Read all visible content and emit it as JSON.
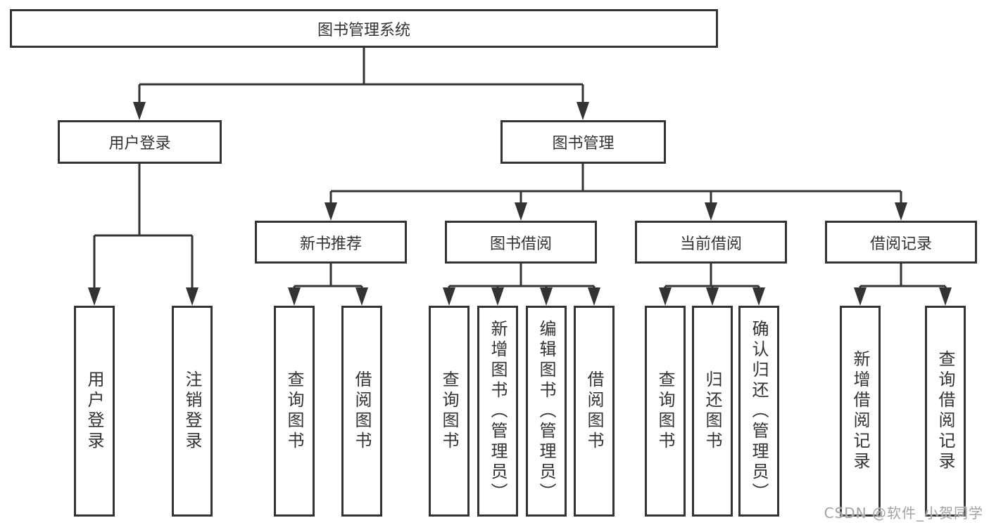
{
  "diagram_title": "图书管理系统",
  "nodes": {
    "root": "图书管理系统",
    "user_login": "用户登录",
    "book_mgmt": "图书管理",
    "new_book_rec": "新书推荐",
    "book_borrow": "图书借阅",
    "current_borrow": "当前借阅",
    "borrow_records": "借阅记录",
    "leaf_user_login": "用户登录",
    "leaf_logout": "注销登录",
    "leaf_query_book_a": "查询图书",
    "leaf_borrow_book_a": "借阅图书",
    "leaf_query_book_b": "查询图书",
    "leaf_add_book": "新增图书（管理员）",
    "leaf_edit_book": "编辑图书（管理员）",
    "leaf_borrow_book_b": "借阅图书",
    "leaf_query_book_c": "查询图书",
    "leaf_return_book": "归还图书",
    "leaf_confirm_return": "确认归还（管理员）",
    "leaf_add_record": "新增借阅记录",
    "leaf_query_record": "查询借阅记录"
  },
  "watermark": "CSDN @软件_小贺同学",
  "colors": {
    "line": "#333333",
    "box_border": "#333333",
    "text": "#333333",
    "watermark": "#a3a3a3",
    "background": "#ffffff"
  }
}
